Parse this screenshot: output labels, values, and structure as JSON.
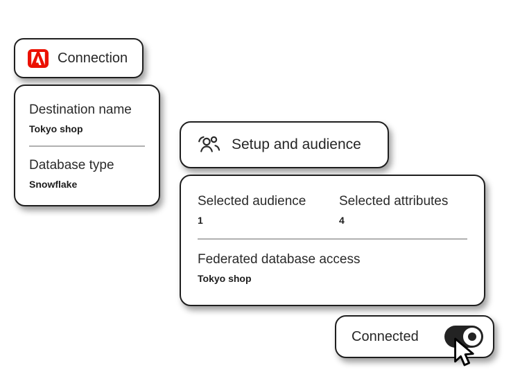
{
  "colors": {
    "adobe_red": "#EB1000",
    "card_border": "#1e1e1e",
    "divider": "#b0b0b0",
    "text_primary": "#2a2a2a",
    "toggle_on": "#232323"
  },
  "connection_pill": {
    "icon": "adobe-logo-icon",
    "title": "Connection"
  },
  "connection_details_card": {
    "fields": [
      {
        "label": "Destination name",
        "value": "Tokyo shop"
      },
      {
        "label": "Database type",
        "value": "Snowflake"
      }
    ]
  },
  "setup_pill": {
    "icon": "audience-group-icon",
    "title": "Setup and audience"
  },
  "setup_details_card": {
    "stats": [
      {
        "label": "Selected audience",
        "value": "1"
      },
      {
        "label": "Selected attributes",
        "value": "4"
      }
    ],
    "federated": {
      "label": "Federated database access",
      "value": "Tokyo shop"
    }
  },
  "connected_pill": {
    "label": "Connected",
    "toggle_state": "on"
  }
}
